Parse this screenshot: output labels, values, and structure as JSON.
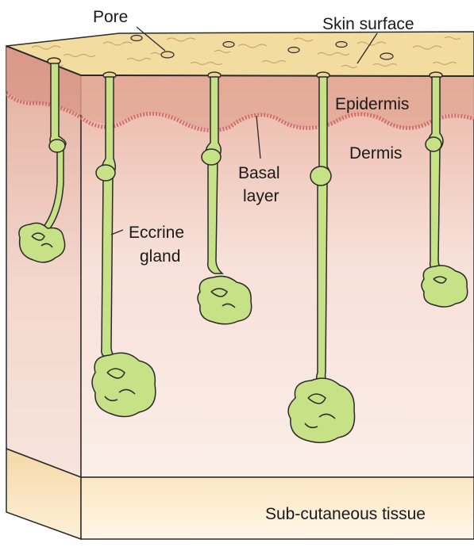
{
  "labels": {
    "pore": "Pore",
    "skin_surface": "Skin surface",
    "epidermis": "Epidermis",
    "dermis": "Dermis",
    "basal_line1": "Basal",
    "basal_line2": "layer",
    "eccrine_line1": "Eccrine",
    "eccrine_line2": "gland",
    "subcutaneous": "Sub-cutaneous tissue"
  },
  "colors": {
    "skin_surface": "#f3dca0",
    "epidermis": "#e2a994",
    "dermis": "#f6ddd5",
    "subcutaneous": "#fcebcc",
    "gland": "#c7e186",
    "basal_cells": "#d36c6c",
    "outline": "#2a2a2a"
  }
}
